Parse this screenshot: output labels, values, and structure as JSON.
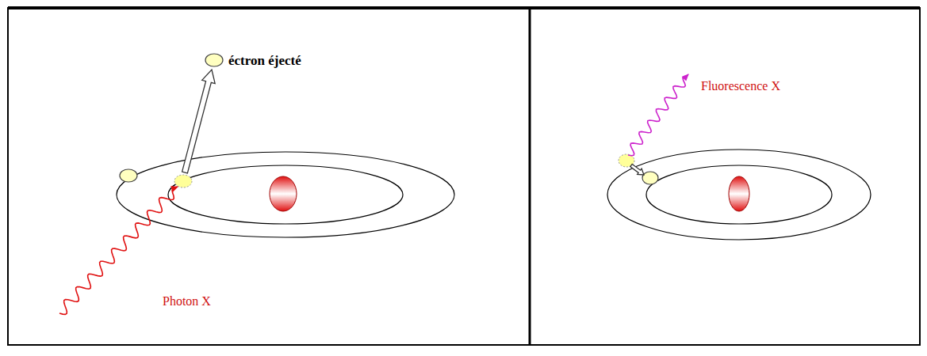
{
  "diagram": {
    "labels": [
      "éctron éjecté",
      "Photon X",
      "Fluorescence X"
    ]
  }
}
